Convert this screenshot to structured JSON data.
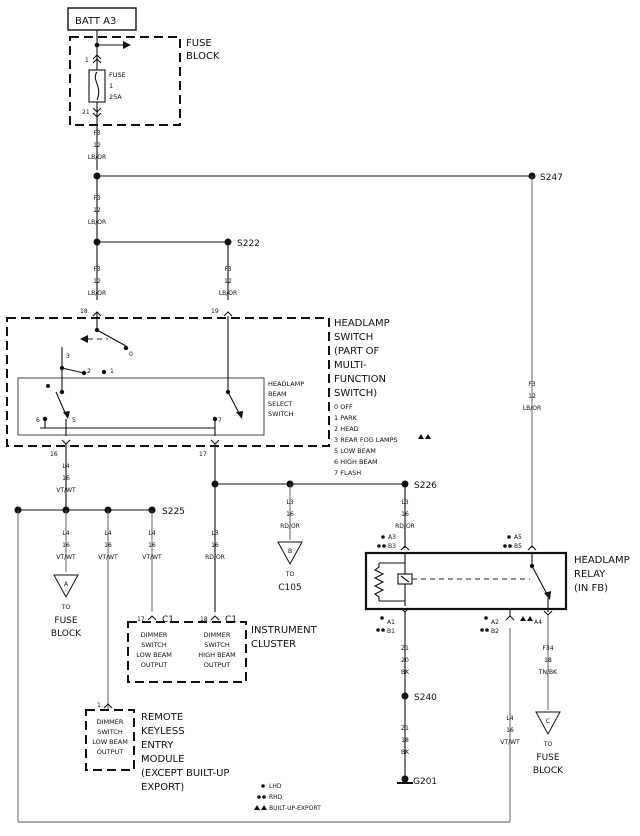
{
  "source": {
    "label": "BATT A3"
  },
  "fuse_block": {
    "title_l1": "FUSE",
    "title_l2": "BLOCK",
    "fuse_l1": "FUSE",
    "fuse_l2": "1",
    "fuse_l3": "25A",
    "pin_top": "1",
    "pin_bot": "21"
  },
  "wire_f3": {
    "circuit": "F3",
    "gauge": "12",
    "color": "LB/OR"
  },
  "wire_l4": {
    "circuit": "L4",
    "gauge": "16",
    "color": "VT/WT"
  },
  "wire_l3": {
    "circuit": "L3",
    "gauge": "16",
    "color": "RD/OR"
  },
  "wire_z1_20": {
    "circuit": "Z1",
    "gauge": "20",
    "color": "BK"
  },
  "wire_z1_18": {
    "circuit": "Z1",
    "gauge": "18",
    "color": "BK"
  },
  "wire_f34": {
    "circuit": "F34",
    "gauge": "18",
    "color": "TN/BK"
  },
  "splices": {
    "s247": "S247",
    "s222": "S222",
    "s226": "S226",
    "s225": "S225",
    "s240": "S240"
  },
  "ground": {
    "label": "G201"
  },
  "headlamp_switch": {
    "title_lines": [
      "HEADLAMP",
      "SWITCH",
      "(PART OF",
      "MULTI-",
      "FUNCTION",
      "SWITCH)"
    ],
    "pin_in_left": "18",
    "pin_in_right": "19",
    "pin_out_left": "16",
    "pin_out_right": "17",
    "contacts": {
      "c0": "0",
      "c1": "1",
      "c2": "2",
      "c3": "3",
      "c5": "5",
      "c6": "6",
      "c7": "7"
    },
    "select_label": [
      "HEADLAMP",
      "BEAM",
      "SELECT",
      "SWITCH"
    ],
    "positions": [
      "0 OFF",
      "1 PARK",
      "2 HEAD",
      "3 REAR FOG LAMPS",
      "5 LOW BEAM",
      "6 HIGH BEAM",
      "7 FLASH"
    ]
  },
  "connector_a": {
    "letter": "A",
    "to_l1": "TO",
    "to_l2": "FUSE",
    "to_l3": "BLOCK"
  },
  "connector_b": {
    "letter": "B",
    "to_l1": "TO",
    "to_l2": "C105"
  },
  "connector_c": {
    "letter": "C",
    "to_l1": "TO",
    "to_l2": "FUSE",
    "to_l3": "BLOCK"
  },
  "instrument_cluster": {
    "title_l1": "INSTRUMENT",
    "title_l2": "CLUSTER",
    "pin_left": "17",
    "pin_right": "18",
    "conn": "C1",
    "left_lines": [
      "DIMMER",
      "SWITCH",
      "LOW BEAM",
      "OUTPUT"
    ],
    "right_lines": [
      "DIMMER",
      "SWITCH",
      "HIGH BEAM",
      "OUTPUT"
    ]
  },
  "rke_module": {
    "pin": "1",
    "inner_lines": [
      "DIMMER",
      "SWITCH",
      "LOW BEAM",
      "OUTPUT"
    ],
    "title_lines": [
      "REMOTE",
      "KEYLESS",
      "ENTRY",
      "MODULE",
      "(EXCEPT BUILT-UP",
      "EXPORT)"
    ]
  },
  "headlamp_relay": {
    "title_lines": [
      "HEADLAMP",
      "RELAY",
      "(IN FB)"
    ],
    "pins": {
      "a3": "A3",
      "b3": "B3",
      "a5": "A5",
      "b5": "B5",
      "a1": "A1",
      "b1": "B1",
      "a2": "A2",
      "b2": "B2",
      "a4": "A4"
    }
  },
  "legend": {
    "lhd": "LHD",
    "rhd": "RHD",
    "export": "BUILT-UP-EXPORT"
  }
}
